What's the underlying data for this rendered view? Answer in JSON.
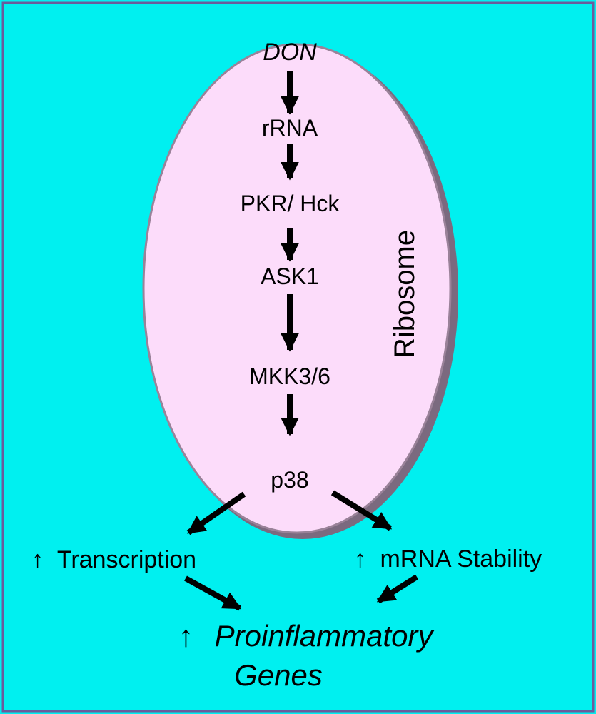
{
  "colors": {
    "background": "#00f0f0",
    "frame": "#6b5c9c",
    "ribosome_fill": "#fcdcfa",
    "ribosome_edge": "#9a8299",
    "ribosome_shadow": "#7b6a7f",
    "arrow": "#000000"
  },
  "ribosome": {
    "label": "Ribosome"
  },
  "pathway": {
    "don": "DON",
    "rrna": "rRNA",
    "pkr_hck": "PKR/ Hck",
    "ask1": "ASK1",
    "mkk": "MKK3/6",
    "p38": "p38"
  },
  "outcomes": {
    "up_arrow": "↑",
    "transcription": "Transcription",
    "mrna_stability": "mRNA Stability",
    "genes_line1": "Proinflammatory",
    "genes_line2": "Genes"
  }
}
